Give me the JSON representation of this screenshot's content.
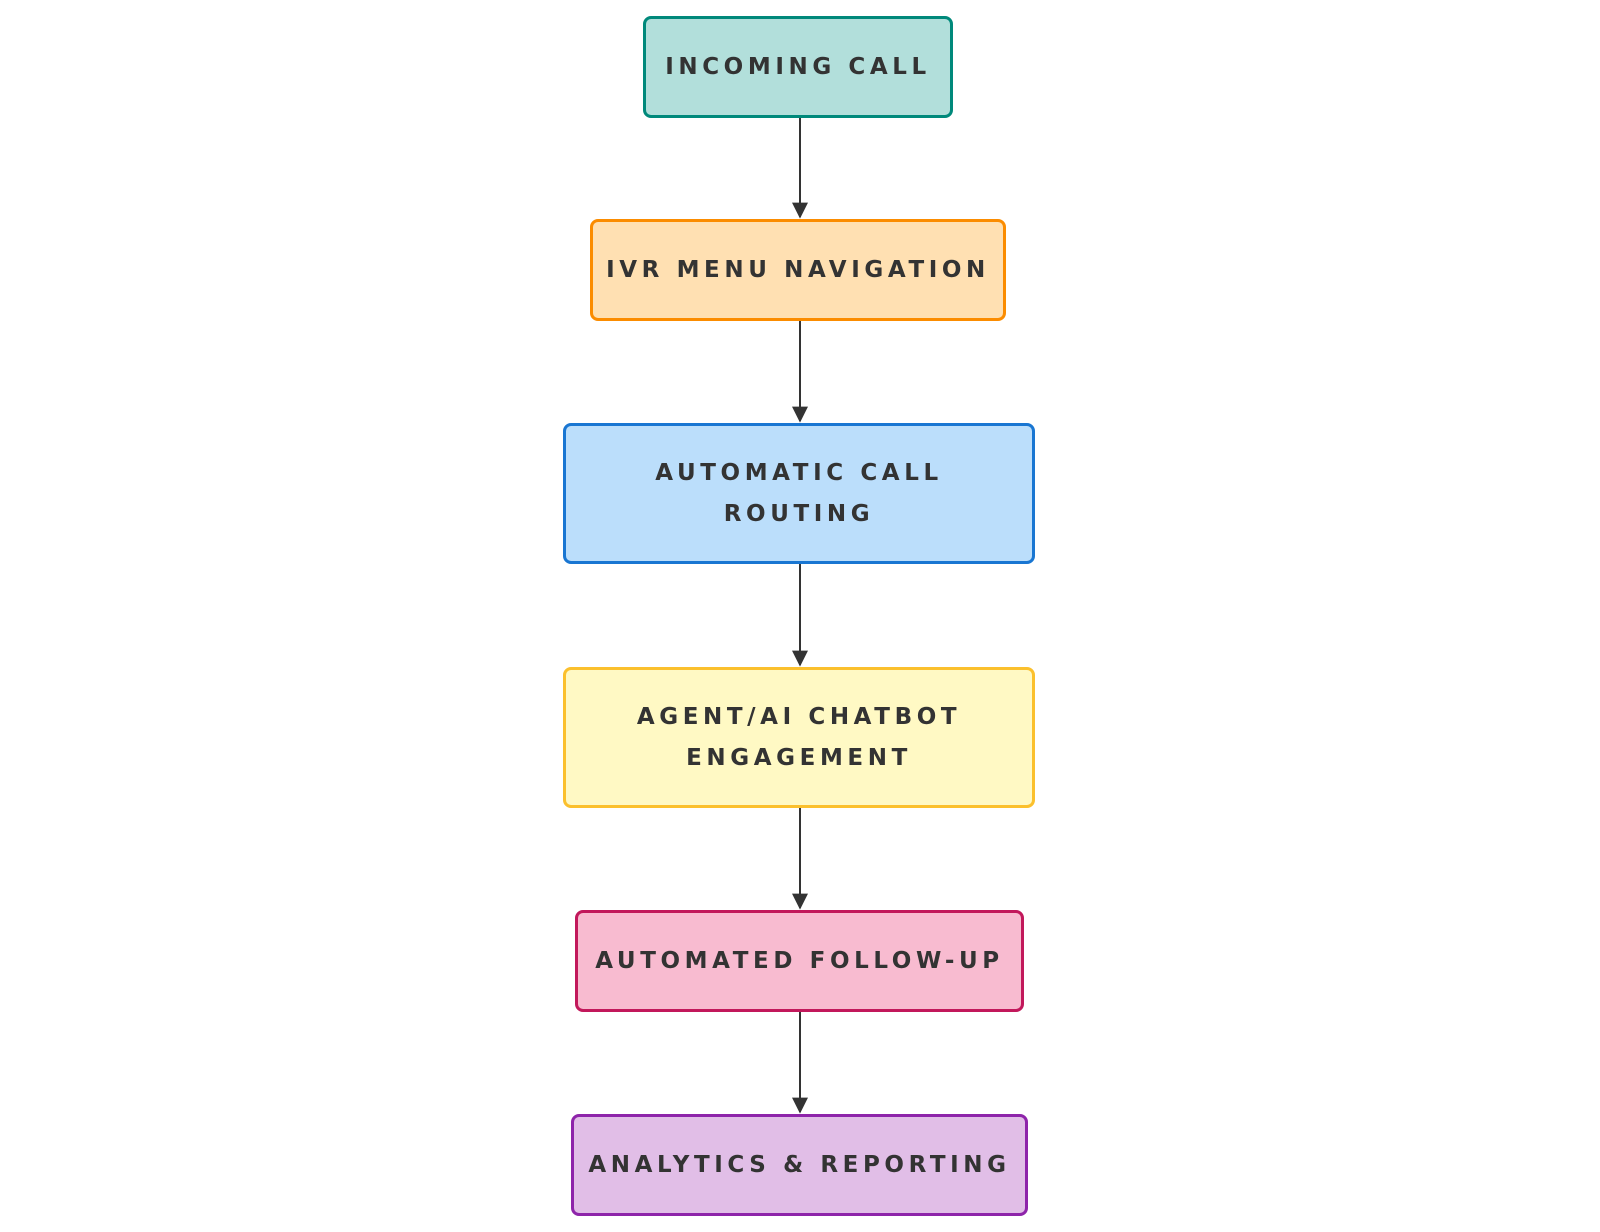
{
  "flowchart": {
    "nodes": [
      {
        "id": "incoming-call",
        "lines": [
          "INCOMING CALL",
          ""
        ],
        "fill": "#b2dfdb",
        "stroke": "#00897b"
      },
      {
        "id": "ivr-menu-navigation",
        "lines": [
          "IVR MENU NAVIGATION",
          ""
        ],
        "fill": "#ffe0b2",
        "stroke": "#fb8c00"
      },
      {
        "id": "automatic-call-routing",
        "lines": [
          "AUTOMATIC CALL",
          "ROUTING"
        ],
        "fill": "#bbdefb",
        "stroke": "#1976d2"
      },
      {
        "id": "agent-ai-chatbot-engagement",
        "lines": [
          "AGENT/AI CHATBOT",
          "ENGAGEMENT"
        ],
        "fill": "#fff9c4",
        "stroke": "#fbc02d"
      },
      {
        "id": "automated-follow-up",
        "lines": [
          "AUTOMATED FOLLOW-UP",
          ""
        ],
        "fill": "#f8bbd0",
        "stroke": "#c2185b"
      },
      {
        "id": "analytics-reporting",
        "lines": [
          "ANALYTICS & REPORTING",
          ""
        ],
        "fill": "#e1bee7",
        "stroke": "#8e24aa"
      }
    ],
    "edge_color": "#333333"
  }
}
